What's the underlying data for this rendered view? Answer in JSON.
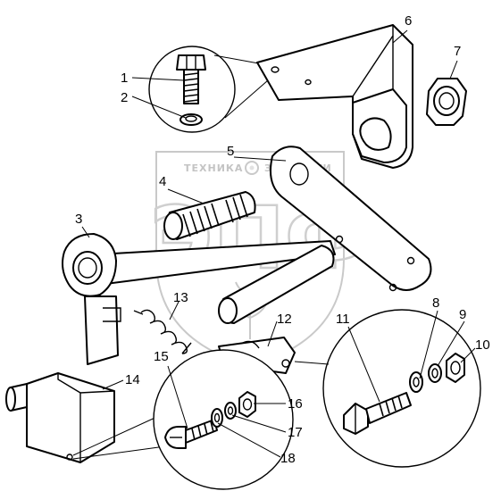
{
  "watermark": {
    "text_left": "ТЕХНИКА",
    "text_right": "ЗАПЧАСТИ",
    "letters": "ЭПФ",
    "icon": "gear-icon"
  },
  "callouts": [
    {
      "id": "1",
      "label": "1"
    },
    {
      "id": "2",
      "label": "2"
    },
    {
      "id": "3",
      "label": "3"
    },
    {
      "id": "4",
      "label": "4"
    },
    {
      "id": "5",
      "label": "5"
    },
    {
      "id": "6",
      "label": "6"
    },
    {
      "id": "7",
      "label": "7"
    },
    {
      "id": "8",
      "label": "8"
    },
    {
      "id": "9",
      "label": "9"
    },
    {
      "id": "10",
      "label": "10"
    },
    {
      "id": "11",
      "label": "11"
    },
    {
      "id": "12",
      "label": "12"
    },
    {
      "id": "13",
      "label": "13"
    },
    {
      "id": "14",
      "label": "14"
    },
    {
      "id": "15",
      "label": "15"
    },
    {
      "id": "16",
      "label": "16"
    },
    {
      "id": "17",
      "label": "17"
    },
    {
      "id": "18",
      "label": "18"
    }
  ]
}
